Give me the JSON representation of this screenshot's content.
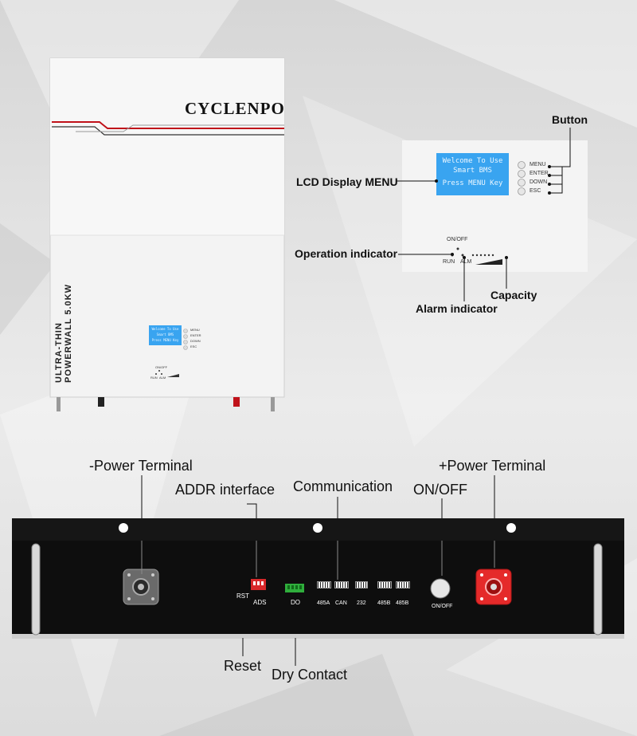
{
  "colors": {
    "accent_red": "#c0121a",
    "lcd_blue": "#39a4f0",
    "rack_black": "#111111"
  },
  "wall_unit": {
    "brand": "CYCLENPO",
    "model_line1": "ULTRA-THIN",
    "model_line2": "POWERWALL 5.0KW",
    "lcd_lines": [
      "Welcome To Use",
      "Smart BMS",
      "Press MENU Key"
    ],
    "buttons": [
      "MENU",
      "ENTER",
      "DOWN",
      "ESC"
    ],
    "onoff": "ON/OFF",
    "run": "RUN",
    "alm": "ALM"
  },
  "panel_detail": {
    "lcd_lines": [
      "Welcome To Use",
      "Smart BMS",
      "Press MENU Key"
    ],
    "buttons": [
      "MENU",
      "ENTER",
      "DOWN",
      "ESC"
    ],
    "onoff": "ON/OFF",
    "run": "RUN",
    "alm": "ALM",
    "callouts": {
      "button": "Button",
      "lcd": "LCD Display MENU",
      "operation": "Operation indicator",
      "capacity": "Capacity",
      "alarm": "Alarm indicator"
    }
  },
  "rack": {
    "callouts": {
      "neg_terminal": "-Power Terminal",
      "addr": "ADDR interface",
      "communication": "Communication",
      "onoff": "ON/OFF",
      "pos_terminal": "+Power Terminal",
      "reset": "Reset",
      "dry_contact": "Dry Contact"
    },
    "panel_labels": {
      "rst": "RST",
      "ads": "ADS",
      "do": "DO",
      "ports": [
        "485A",
        "CAN",
        "232",
        "485B",
        "485B"
      ],
      "onoff": "ON/OFF"
    }
  }
}
